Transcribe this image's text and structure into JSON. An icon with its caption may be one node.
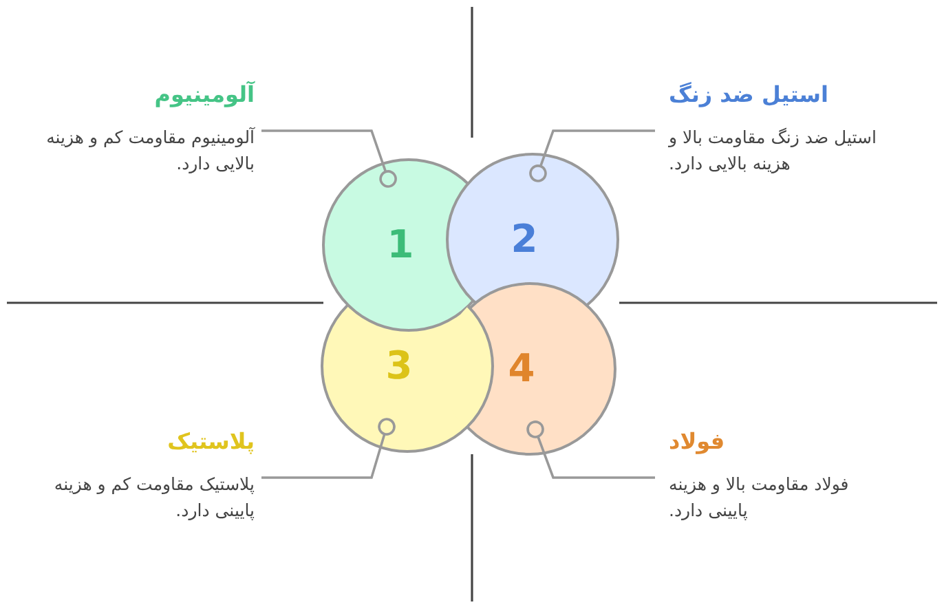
{
  "diagram": {
    "nodes": [
      {
        "text": [
          "آلومینیوم",
          "آلومینیوم مقاومت کم و هزینه بالایی دارد."
        ]
      },
      {
        "text": [
          "استیل ضد زنگ",
          "استیل ضد زنگ مقاومت بالا و هزینه بالایی دارد."
        ]
      },
      {
        "text": [
          "پلاستیک",
          "پلاستیک مقاومت کم و هزینه پایینی دارد."
        ]
      },
      {
        "text": [
          "فولاد",
          "فولاد مقاومت بالا و هزینه پایینی دارد."
        ]
      },
      {
        "text": [
          "1"
        ]
      },
      {
        "text": [
          "2"
        ]
      },
      {
        "text": [
          "3"
        ]
      },
      {
        "text": [
          "4"
        ]
      }
    ],
    "edges": [
      {
        "from": 0,
        "to": 4,
        "arrow": "other"
      },
      {
        "from": 1,
        "to": 5,
        "arrow": "other"
      },
      {
        "from": 2,
        "to": 6,
        "arrow": "other"
      },
      {
        "from": 3,
        "to": 7,
        "arrow": "other"
      }
    ]
  }
}
